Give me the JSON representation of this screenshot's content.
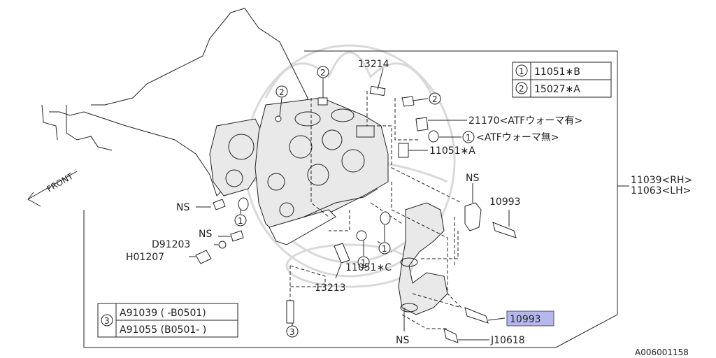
{
  "legend_top": [
    {
      "num": "1",
      "part": "11051∗B"
    },
    {
      "num": "2",
      "part": "15027∗A"
    }
  ],
  "legend_bottom": {
    "num": "3",
    "rows": [
      "A91039 ( -B0501)",
      "A91055 (B0501- )"
    ]
  },
  "front_label": "FRONT",
  "figure_id": "A006001158",
  "callouts": {
    "p13214": "13214",
    "p21170": "21170<ATFウォーマ有>",
    "p1atf": "<ATFウォーマ無>",
    "p11051a": "11051∗A",
    "p11039": "11039<RH>",
    "p11063": "11063<LH>",
    "ns_top": "NS",
    "p10993_top": "10993",
    "ns_left": "NS",
    "ns_left2": "NS",
    "d91203": "D91203",
    "h01207": "H01207",
    "p11051c": "11051∗C",
    "p13213": "13213",
    "p10993_hl": "10993",
    "j10618": "J10618",
    "ns_bottom": "NS"
  },
  "markers": {
    "m2a": "2",
    "m2b": "2",
    "m2c": "2",
    "m1a": "1",
    "m1b": "1",
    "m1c": "1",
    "m1d": "1",
    "m3": "3"
  },
  "colors": {
    "highlight": "#b7b7f0",
    "ink": "#222222",
    "watermark": "#d9d9d9"
  }
}
